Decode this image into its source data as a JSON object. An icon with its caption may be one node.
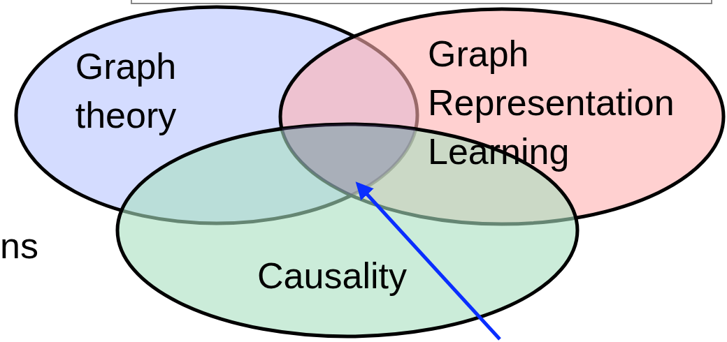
{
  "diagram": {
    "nodes": [
      {
        "text": [
          "Graph theory"
        ]
      },
      {
        "text": [
          "Graph Representation Learning"
        ]
      },
      {
        "text": [
          "Causality"
        ]
      },
      {
        "text": [],
        "shape": "region"
      }
    ],
    "edges": [
      {
        "from": null,
        "to": 3,
        "arrow": "to",
        "color": "#0a2eff"
      }
    ],
    "labels": [
      "ns"
    ]
  }
}
